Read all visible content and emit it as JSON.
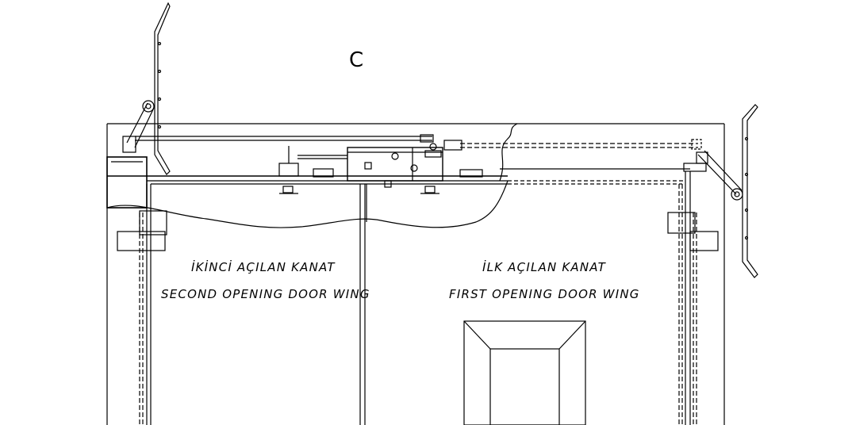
{
  "drawing": {
    "section_letter": "C",
    "left_wing": {
      "label_tr": "İKİNCİ AÇILAN KANAT",
      "label_en": "SECOND OPENING DOOR WING"
    },
    "right_wing": {
      "label_tr": "İLK AÇILAN KANAT",
      "label_en": "FIRST OPENING DOOR WING"
    },
    "line_color": "#000000",
    "background": "#ffffff"
  }
}
